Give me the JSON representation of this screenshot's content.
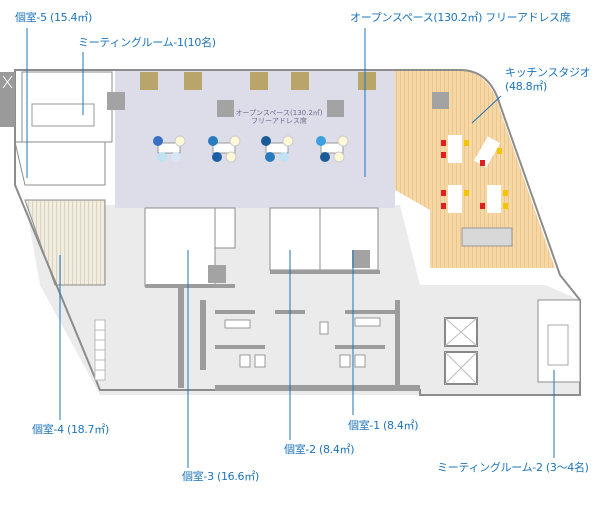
{
  "labels": {
    "room5": "個室-5 (15.4㎡)",
    "meeting1": "ミーティングルーム-1(10名)",
    "open_space": "オープンスペース(130.2㎡) フリーアドレス席",
    "kitchen_line1": "キッチンスタジオ",
    "kitchen_line2": "(48.8㎡)",
    "room4": "個室-4  (18.7㎡)",
    "room3": "個室-3  (16.6㎡)",
    "room2": "個室-2 (8.4㎡)",
    "room1": "個室-1 (8.4㎡)",
    "meeting2": "ミーティングルーム-2 (3〜4名)"
  },
  "inner_labels": {
    "open_space_line1": "オープンスペース(130.2㎡)",
    "open_space_line2": "フリーアドレス席"
  },
  "colors": {
    "label": "#1c74bb",
    "open_space": "#dcdde9",
    "kitchen": "#f6d7a6",
    "room4": "#ece6d4",
    "corridor": "#ebebeb",
    "wall": "#8c8c8c",
    "column": "#a3a3a3",
    "table": "#b9a46a"
  }
}
